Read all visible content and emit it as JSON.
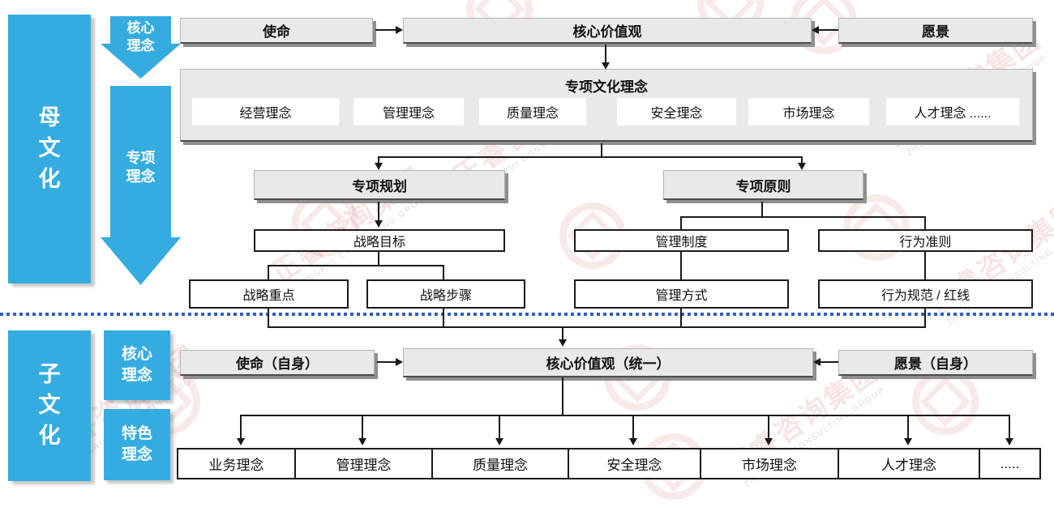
{
  "mother_section": {
    "bar_label": "母\n文\n化",
    "core_arrow_label": "核心\n理念",
    "special_arrow_label": "专项\n理念",
    "mission": "使命",
    "core_values": "核心价值观",
    "vision": "愿景",
    "special_title": "专项文化理念",
    "special_items": [
      "经营理念",
      "管理理念",
      "质量理念",
      "安全理念",
      "市场理念",
      "人才理念  ......"
    ],
    "planning_header": "专项规划",
    "strategy_goal": "战略目标",
    "strategy_focus": "战略重点",
    "strategy_steps": "战略步骤",
    "principles_header": "专项原则",
    "mgmt_system": "管理制度",
    "conduct_rules": "行为准则",
    "mgmt_methods": "管理方式",
    "behavior_norms": "行为规范 / 红线"
  },
  "child_section": {
    "bar_label": "子\n文\n化",
    "core_tag": "核心\n理念",
    "feature_tag": "特色\n理念",
    "mission": "使命（自身）",
    "core_values": "核心价值观（统一）",
    "vision": "愿景（自身）",
    "bottom_items": [
      "业务理念",
      "管理理念",
      "质量理念",
      "安全理念",
      "市场理念",
      "人才理念",
      "....."
    ]
  },
  "watermark": {
    "brand_cn": "正睿咨询集团",
    "brand_en": "ZHENGRUI CONSULTING GROUP"
  },
  "colors": {
    "accent_blue": "#35ACE0",
    "divider_blue": "#2E5EC9",
    "box_gray": "#E9E9E9",
    "line_black": "#1A1A1A",
    "watermark_red": "#C95C52"
  }
}
